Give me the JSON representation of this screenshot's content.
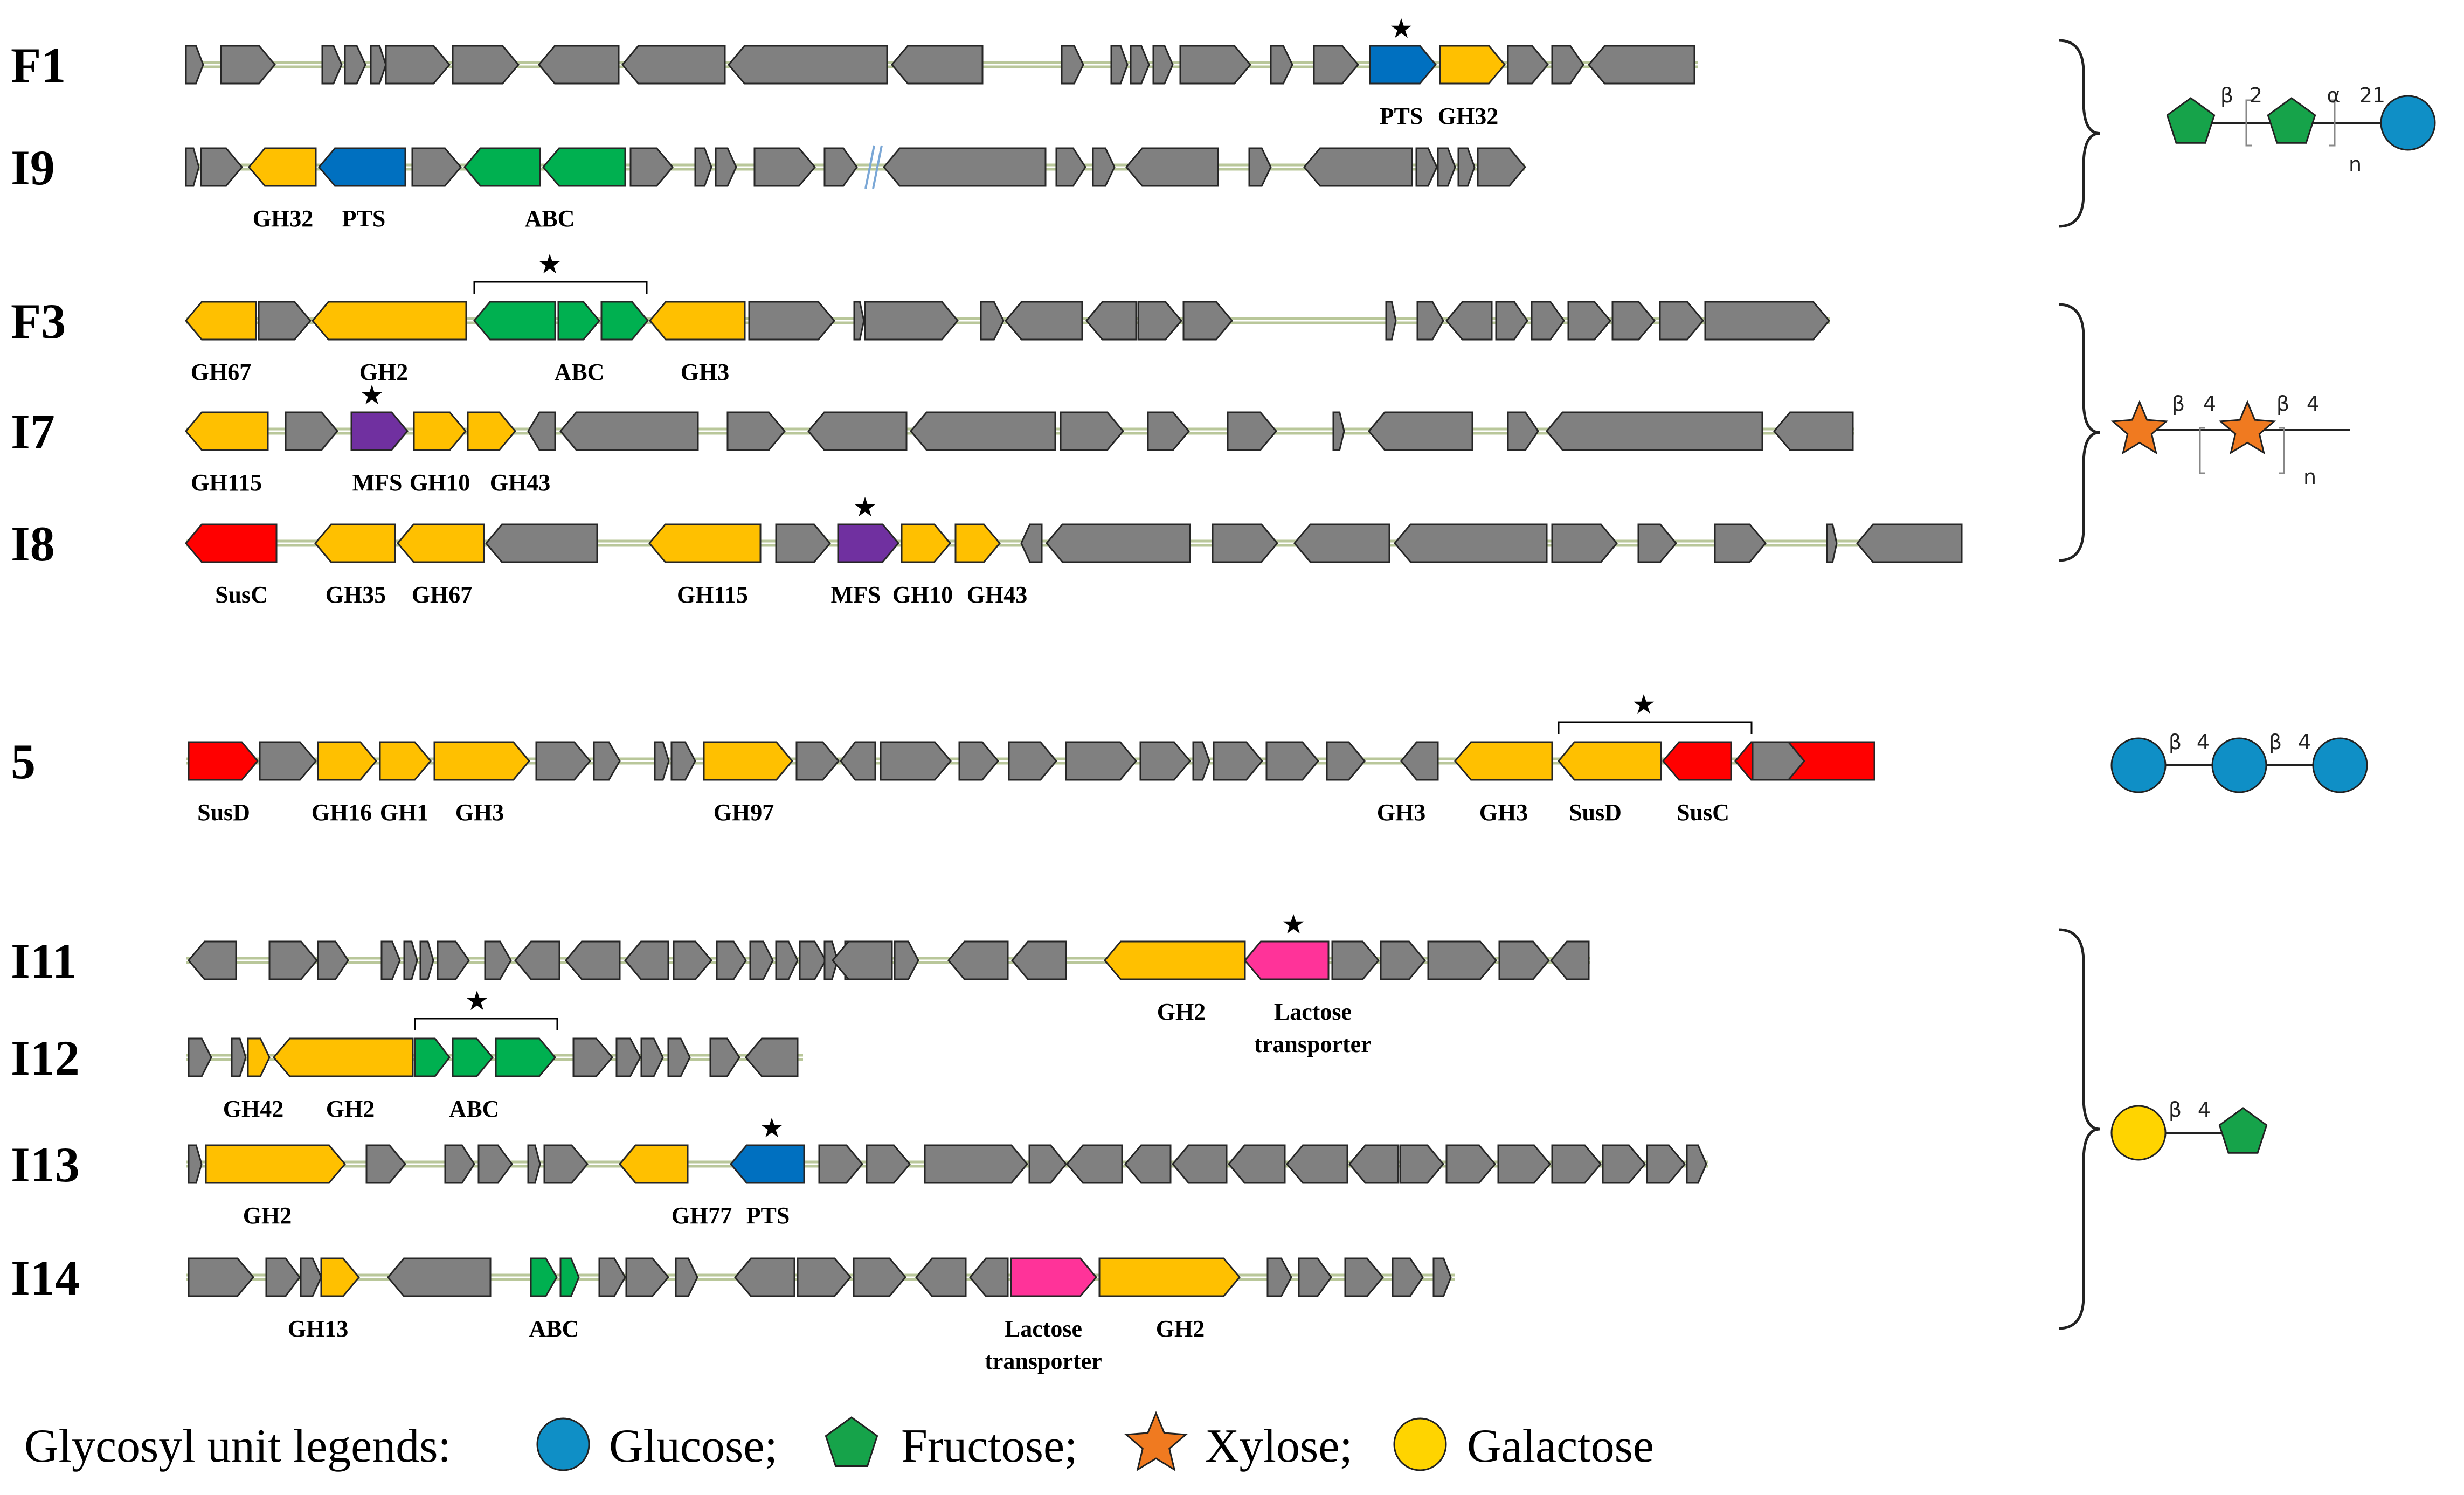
{
  "colors": {
    "gray": "#808080",
    "yellow": "#FFC000",
    "blue": "#0070C0",
    "green": "#00B050",
    "purple": "#7030A0",
    "red": "#FF0000",
    "pink": "#FF3399",
    "glucose": "#0F8FC6",
    "fructose": "#16A34A",
    "xylose": "#F07A20",
    "galactose": "#FFD400",
    "backbone": "#b9c79a"
  },
  "rows": [
    {
      "label": "F1",
      "labels": [
        {
          "t": "PTS",
          "g": 0
        },
        {
          "t": "GH32",
          "g": 1
        }
      ]
    },
    {
      "label": "I9",
      "labels": [
        {
          "t": "GH32",
          "g": 0
        },
        {
          "t": "PTS",
          "g": 1
        },
        {
          "t": "ABC",
          "g": 2
        }
      ]
    },
    {
      "label": "F3",
      "labels": [
        {
          "t": "GH67",
          "g": 0
        },
        {
          "t": "GH2",
          "g": 1
        },
        {
          "t": "ABC",
          "g": 2
        },
        {
          "t": "GH3",
          "g": 3
        }
      ]
    },
    {
      "label": "I7",
      "labels": [
        {
          "t": "GH115",
          "g": 0
        },
        {
          "t": "MFS",
          "g": 1
        },
        {
          "t": "GH10",
          "g": 2
        },
        {
          "t": "GH43",
          "g": 3
        }
      ]
    },
    {
      "label": "I8",
      "labels": [
        {
          "t": "SusC",
          "g": 0
        },
        {
          "t": "GH35",
          "g": 1
        },
        {
          "t": "GH67",
          "g": 2
        },
        {
          "t": "GH115",
          "g": 3
        },
        {
          "t": "MFS",
          "g": 4
        },
        {
          "t": "GH10",
          "g": 5
        },
        {
          "t": "GH43",
          "g": 6
        }
      ]
    },
    {
      "label": "5",
      "labels": [
        {
          "t": "SusD",
          "g": 0
        },
        {
          "t": "GH16",
          "g": 1
        },
        {
          "t": "GH1",
          "g": 2
        },
        {
          "t": "GH3",
          "g": 3
        },
        {
          "t": "GH97",
          "g": 4
        },
        {
          "t": "GH3",
          "g": 5
        },
        {
          "t": "GH3",
          "g": 6
        },
        {
          "t": "SusD",
          "g": 7
        },
        {
          "t": "SusC",
          "g": 8
        }
      ]
    },
    {
      "label": "I11",
      "labels": [
        {
          "t": "GH2",
          "g": 0
        },
        {
          "t": "Lactose",
          "g": 1
        },
        {
          "t": "transporter",
          "g": 1
        }
      ]
    },
    {
      "label": "I12",
      "labels": [
        {
          "t": "GH42",
          "g": 0
        },
        {
          "t": "GH2",
          "g": 1
        },
        {
          "t": "ABC",
          "g": 2
        }
      ]
    },
    {
      "label": "I13",
      "labels": [
        {
          "t": "GH2",
          "g": 0
        },
        {
          "t": "GH77",
          "g": 1
        },
        {
          "t": "PTS",
          "g": 2
        }
      ]
    },
    {
      "label": "I14",
      "labels": [
        {
          "t": "GH13",
          "g": 0
        },
        {
          "t": "ABC",
          "g": 1
        },
        {
          "t": "Lactose",
          "g": 2
        },
        {
          "t": "transporter",
          "g": 2
        },
        {
          "t": "GH2",
          "g": 3
        }
      ]
    }
  ],
  "glycans": [
    {
      "bonds": [
        "β",
        "2",
        "α",
        "2",
        "1"
      ],
      "repeat": "n"
    },
    {
      "bonds": [
        "β",
        "4",
        "β",
        "4"
      ],
      "repeat": "n"
    },
    {
      "bonds": [
        "β",
        "4",
        "β",
        "4"
      ]
    },
    {
      "bonds": [
        "β",
        "4"
      ]
    }
  ],
  "legend": {
    "prefix": "Glycosyl unit legends:",
    "items": [
      {
        "shape": "circle",
        "name": "Glucose;"
      },
      {
        "shape": "pentagon",
        "name": "Fructose;"
      },
      {
        "shape": "star",
        "name": "Xylose;"
      },
      {
        "shape": "circle-yellow",
        "name": "Galactose"
      }
    ]
  },
  "marker_symbol": "★"
}
